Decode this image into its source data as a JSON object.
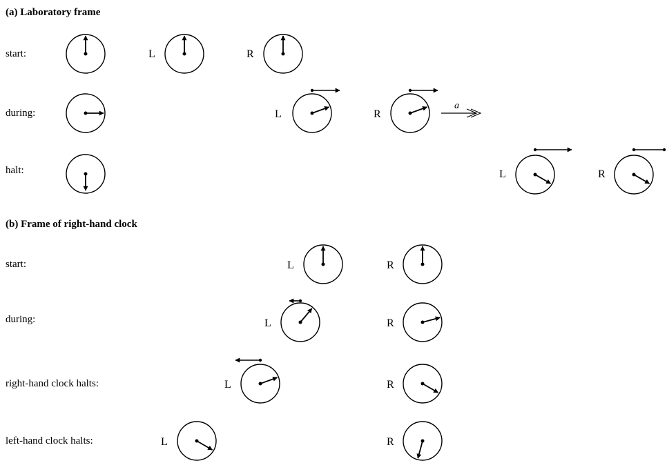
{
  "sections": [
    {
      "heading": "(a) Laboratory frame",
      "rows": [
        {
          "label": "start:",
          "clocks": [
            {
              "label": "",
              "hand_deg": 0
            },
            {
              "label": "L",
              "hand_deg": 0
            },
            {
              "label": "R",
              "hand_deg": 0
            }
          ]
        },
        {
          "label": "during:",
          "clocks": [
            {
              "label": "",
              "hand_deg": 90
            },
            {
              "label": "L",
              "hand_deg": 70,
              "velocity_arrow": true
            },
            {
              "label": "R",
              "hand_deg": 70,
              "velocity_arrow": true
            }
          ],
          "acceleration_label": "a"
        },
        {
          "label": "halt:",
          "clocks": [
            {
              "label": "",
              "hand_deg": 180
            },
            {
              "label": "L",
              "hand_deg": 120,
              "velocity_arrow": true
            },
            {
              "label": "R",
              "hand_deg": 120,
              "velocity_arrow": "stopped"
            }
          ]
        }
      ]
    },
    {
      "heading": "(b) Frame of right-hand clock",
      "rows": [
        {
          "label": "start:",
          "clocks": [
            {
              "label": "L",
              "hand_deg": 0
            },
            {
              "label": "R",
              "hand_deg": 0
            }
          ]
        },
        {
          "label": "during:",
          "clocks": [
            {
              "label": "L",
              "hand_deg": 40,
              "velocity_arrow": "short-left"
            },
            {
              "label": "R",
              "hand_deg": 75
            }
          ]
        },
        {
          "label": "right-hand clock halts:",
          "clocks": [
            {
              "label": "L",
              "hand_deg": 70,
              "velocity_arrow": "left"
            },
            {
              "label": "R",
              "hand_deg": 120
            }
          ]
        },
        {
          "label": "left-hand clock halts:",
          "clocks": [
            {
              "label": "L",
              "hand_deg": 120
            },
            {
              "label": "R",
              "hand_deg": 195
            }
          ]
        }
      ]
    }
  ]
}
